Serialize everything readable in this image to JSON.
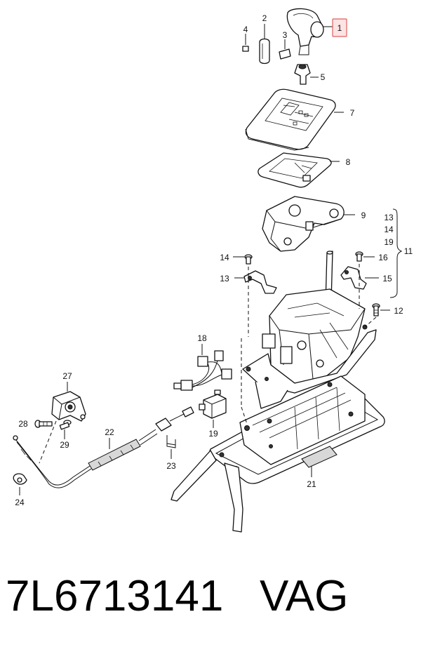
{
  "callouts": [
    {
      "id": "1",
      "highlighted": true
    },
    {
      "id": "2"
    },
    {
      "id": "3"
    },
    {
      "id": "4"
    },
    {
      "id": "5"
    },
    {
      "id": "7"
    },
    {
      "id": "8"
    },
    {
      "id": "9"
    },
    {
      "id": "13"
    },
    {
      "id": "14"
    },
    {
      "id": "19"
    },
    {
      "id": "11"
    },
    {
      "id": "14"
    },
    {
      "id": "16"
    },
    {
      "id": "13"
    },
    {
      "id": "15"
    },
    {
      "id": "12"
    },
    {
      "id": "18"
    },
    {
      "id": "27"
    },
    {
      "id": "28"
    },
    {
      "id": "29"
    },
    {
      "id": "22"
    },
    {
      "id": "19"
    },
    {
      "id": "23"
    },
    {
      "id": "21"
    },
    {
      "id": "24"
    }
  ],
  "caption": {
    "part_number": "7L6713141",
    "brand": "VAG"
  },
  "colors": {
    "highlight_border": "#e06060",
    "highlight_fill": "#fde3e3",
    "line": "#111111"
  }
}
